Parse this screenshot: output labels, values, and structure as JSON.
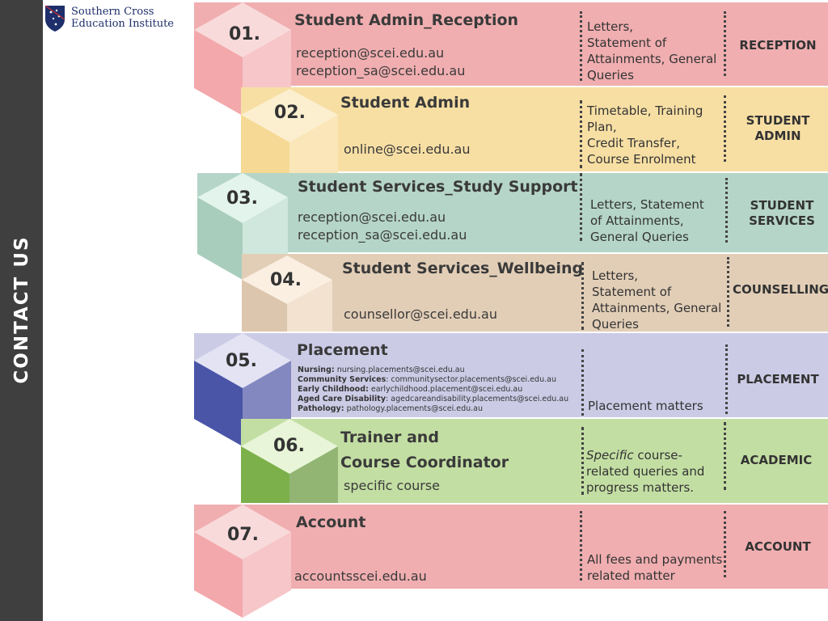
{
  "sidebar": {
    "title": "CONTACT US"
  },
  "logo": {
    "line1": "Southern Cross",
    "line2": "Education Institute"
  },
  "rows": [
    {
      "num": "01.",
      "title": "Student Admin_Reception",
      "emails": [
        "reception@scei.edu.au",
        "reception_sa@scei.edu.au"
      ],
      "purpose": [
        "Letters,",
        "Statement of",
        "Attainments, General",
        "Queries"
      ],
      "dept": [
        "RECEPTION"
      ],
      "band_color": "#f0aeb0"
    },
    {
      "num": "02.",
      "title": "Student Admin",
      "emails": [
        "online@scei.edu.au"
      ],
      "purpose": [
        "Timetable, Training",
        "Plan,",
        "Credit Transfer,",
        "Course Enrolment"
      ],
      "dept": [
        "STUDENT",
        "ADMIN"
      ],
      "band_color": "#f7dfa4"
    },
    {
      "num": "03.",
      "title": "Student Services_Study Support",
      "emails": [
        "reception@scei.edu.au",
        "reception_sa@scei.edu.au"
      ],
      "purpose": [
        "Letters, Statement",
        "of Attainments,",
        "General Queries"
      ],
      "dept": [
        "STUDENT",
        "SERVICES"
      ],
      "band_color": "#b5d5c8"
    },
    {
      "num": "04.",
      "title": "Student Services_Wellbeing",
      "emails": [
        "counsellor@scei.edu.au"
      ],
      "purpose": [
        "Letters,",
        "Statement of",
        "Attainments, General",
        "Queries"
      ],
      "dept": [
        "COUNSELLING"
      ],
      "band_color": "#e2ceb7"
    },
    {
      "num": "05.",
      "title": "Placement",
      "placement_lines": [
        {
          "label": "Nursing:",
          "email": "nursing.placements@scei.edu.au"
        },
        {
          "label": "Community Services",
          "email": ": communitysector.placements@scei.edu.au"
        },
        {
          "label": "Early Childhood:",
          "email": "earlychildhood.placement@scei.edu.au"
        },
        {
          "label": "Aged Care Disability",
          "email": ": agedcareandisability.placements@scei.edu.au"
        },
        {
          "label": "Pathology:",
          "email": "pathology.placements@scei.edu.au"
        }
      ],
      "purpose": [
        "Placement matters"
      ],
      "dept": [
        "PLACEMENT"
      ],
      "band_color": "#cccbe6"
    },
    {
      "num": "06.",
      "title_lines": [
        "Trainer and",
        "Course Coordinator"
      ],
      "emails": [
        "specific course"
      ],
      "purpose_italic": "Specific",
      "purpose": [
        " course-",
        "related queries and",
        "progress matters."
      ],
      "dept": [
        "ACADEMIC"
      ],
      "band_color": "#c3dea3"
    },
    {
      "num": "07.",
      "title": "Account",
      "emails": [
        "accountsscei.edu.au"
      ],
      "purpose": [
        "All fees and payments",
        "related matter"
      ],
      "dept": [
        "ACCOUNT"
      ],
      "band_color": "#f0aeb0"
    }
  ]
}
